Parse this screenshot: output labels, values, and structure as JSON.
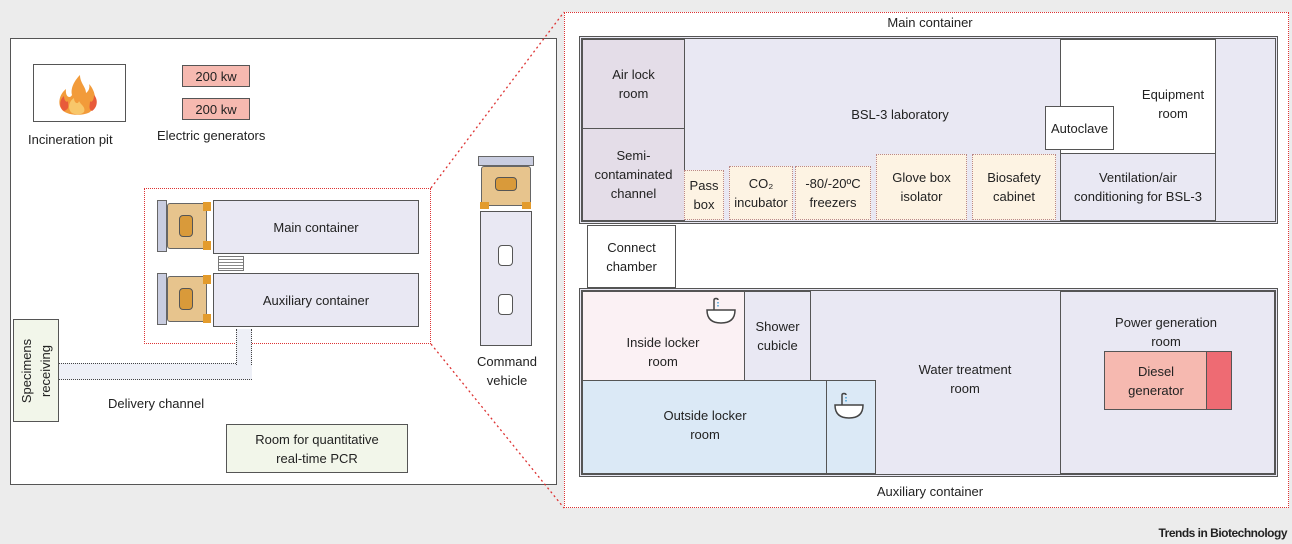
{
  "left_panel": {
    "incineration_pit": "Incineration pit",
    "generator_1": "200 kw",
    "generator_2": "200 kw",
    "electric_generators": "Electric generators",
    "main_container": "Main container",
    "auxiliary_container": "Auxiliary container",
    "specimens_receiving": "Specimens\nreceiving",
    "delivery_channel": "Delivery channel",
    "pcr_room": "Room for quantitative\nreal-time PCR",
    "command_vehicle": "Command\nvehicle"
  },
  "detail": {
    "main_container_title": "Main container",
    "auxiliary_container_title": "Auxiliary container",
    "air_lock_room": "Air lock\nroom",
    "bsl3_laboratory": "BSL-3 laboratory",
    "semi_contaminated_channel": "Semi-\ncontaminated\nchannel",
    "pass_box": "Pass\nbox",
    "co2_incubator": "CO₂\nincubator",
    "freezers": "-80/-20ºC\nfreezers",
    "glove_box": "Glove box\nisolator",
    "biosafety_cabinet": "Biosafety\ncabinet",
    "autoclave": "Autoclave",
    "equipment_room": "Equipment\nroom",
    "ventilation": "Ventilation/air\nconditioning for BSL-3",
    "connect_chamber": "Connect\nchamber",
    "inside_locker_room": "Inside locker\nroom",
    "shower_cubicle": "Shower\ncubicle",
    "water_treatment_room": "Water treatment\nroom",
    "power_generation_room": "Power generation\nroom",
    "diesel_generator": "Diesel\ngenerator",
    "outside_locker_room": "Outside locker\nroom"
  },
  "footer": {
    "credit": "Trends in Biotechnology"
  },
  "colors": {
    "pink_generator": "#f6b9b0",
    "purple_room": "#e4dde8",
    "lavender": "#e9e8f3",
    "cream": "#fdf3e3",
    "light_blue": "#dbe9f6",
    "light_pink": "#fbf1f4",
    "diesel_red": "#ee6b73",
    "green_box": "#f2f6ea"
  }
}
